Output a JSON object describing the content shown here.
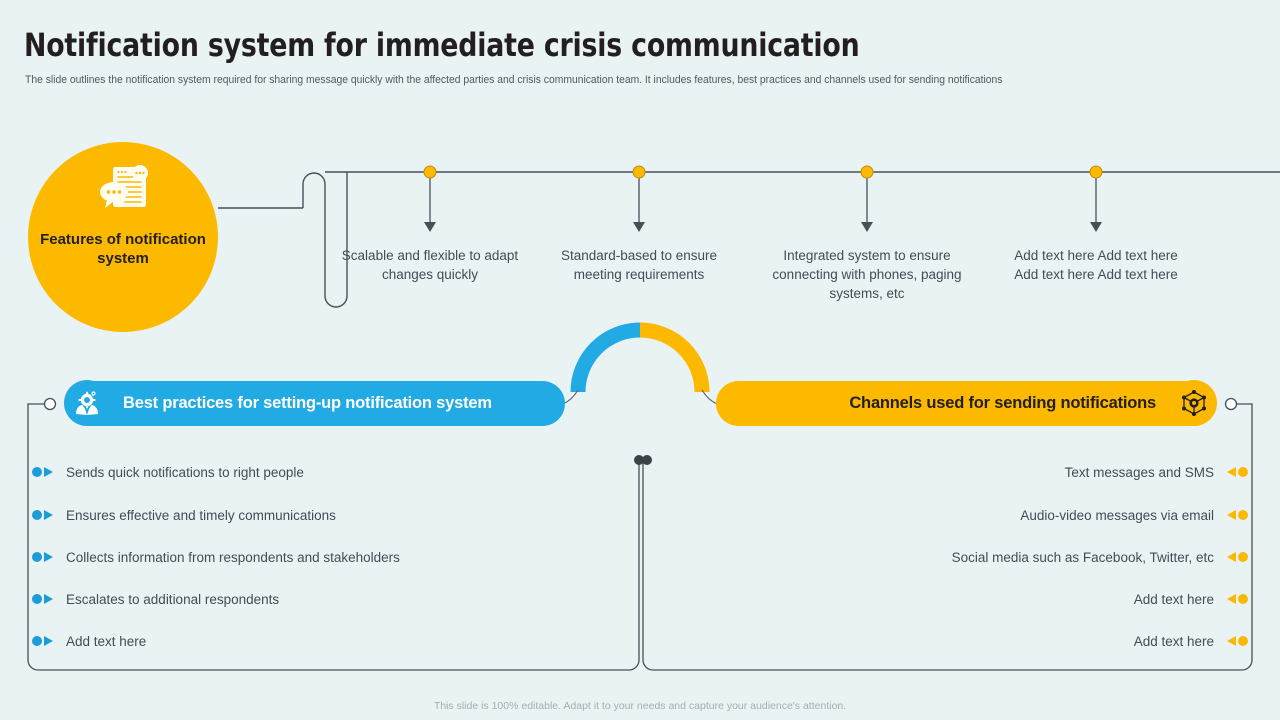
{
  "slide": {
    "title": "Notification system for immediate crisis communication",
    "subtitle": "The slide outlines the notification system required for sharing message quickly with the affected parties and crisis communication team. It includes features, best practices and channels used for sending notifications",
    "footer": "This slide is 100% editable. Adapt it to your needs and capture your audience's attention.",
    "background_color": "#e9f3f3"
  },
  "theme": {
    "yellow": "#fcb900",
    "blue": "#22aae4",
    "blue_dark": "#1b9dd9",
    "line": "#44515a",
    "text": "#404d56"
  },
  "features_hub": {
    "label": "Features of notification system",
    "icon": "document-chat-icon",
    "color": "#fcb900"
  },
  "timeline": {
    "items": [
      {
        "text": "Scalable and flexible to adapt changes quickly"
      },
      {
        "text": "Standard-based to ensure meeting requirements"
      },
      {
        "text": "Integrated system to ensure connecting with phones, paging systems, etc"
      },
      {
        "text": "Add text here Add text here Add text here Add text here"
      }
    ]
  },
  "best_practices": {
    "banner_label": "Best practices for setting-up notification system",
    "icon": "hands-gear-icon",
    "color": "#22aae4",
    "items": [
      "Sends quick notifications to right people",
      "Ensures effective and timely communications",
      "Collects information from respondents and stakeholders",
      "Escalates to additional respondents",
      "Add text here"
    ]
  },
  "channels": {
    "banner_label": "Channels used for sending notifications",
    "icon": "network-gear-icon",
    "color": "#fcb900",
    "items": [
      "Text messages and SMS",
      "Audio-video messages via email",
      "Social media such as Facebook, Twitter, etc",
      "Add text here",
      "Add text here"
    ]
  }
}
